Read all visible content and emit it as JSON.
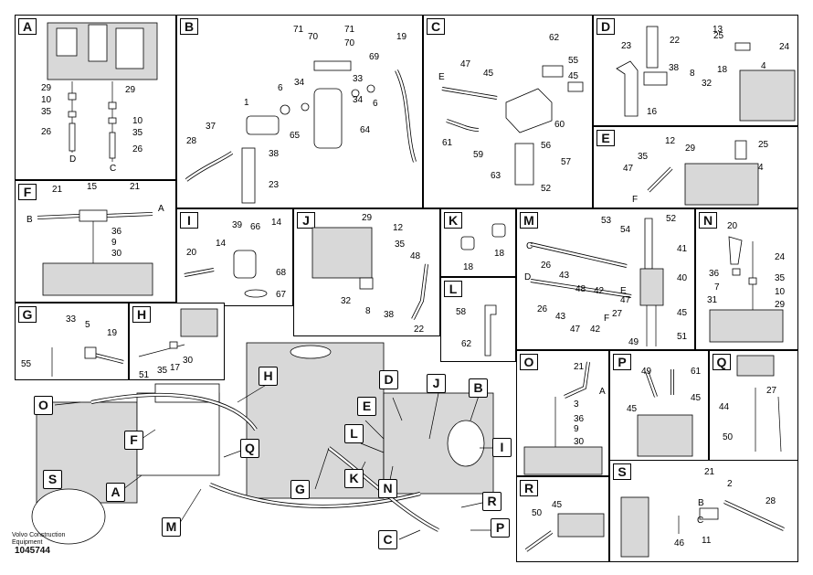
{
  "panels": {
    "A": {
      "tag": "A",
      "labels": [
        "29",
        "10",
        "35",
        "26",
        "29",
        "10",
        "35",
        "26",
        "D",
        "C"
      ]
    },
    "B": {
      "tag": "B",
      "labels": [
        "71",
        "70",
        "71",
        "70",
        "19",
        "69",
        "1",
        "6",
        "34",
        "33",
        "34",
        "6",
        "37",
        "65",
        "64",
        "28",
        "38",
        "23"
      ]
    },
    "C": {
      "tag": "C",
      "labels": [
        "62",
        "47",
        "45",
        "55",
        "E",
        "45",
        "60",
        "61",
        "56",
        "59",
        "57",
        "63",
        "52"
      ]
    },
    "D": {
      "tag": "D",
      "labels": [
        "13",
        "25",
        "22",
        "24",
        "23",
        "4",
        "38",
        "8",
        "18",
        "32",
        "16"
      ]
    },
    "E": {
      "tag": "E",
      "labels": [
        "12",
        "29",
        "25",
        "35",
        "47",
        "4",
        "F"
      ]
    },
    "F": {
      "tag": "F",
      "labels": [
        "21",
        "15",
        "21",
        "B",
        "A",
        "36",
        "9",
        "30"
      ]
    },
    "I": {
      "tag": "I",
      "labels": [
        "39",
        "66",
        "14",
        "20",
        "14",
        "68",
        "67"
      ]
    },
    "J": {
      "tag": "J",
      "labels": [
        "29",
        "12",
        "35",
        "48",
        "32",
        "8",
        "38",
        "22"
      ]
    },
    "K": {
      "tag": "K",
      "labels": [
        "18",
        "18"
      ]
    },
    "L": {
      "tag": "L",
      "labels": [
        "58",
        "62"
      ]
    },
    "M": {
      "tag": "M",
      "labels": [
        "53",
        "52",
        "54",
        "41",
        "C",
        "26",
        "43",
        "48",
        "42",
        "40",
        "D",
        "26",
        "43",
        "47",
        "42",
        "45",
        "27",
        "49",
        "51",
        "E",
        "F",
        "47"
      ]
    },
    "N": {
      "tag": "N",
      "labels": [
        "20",
        "24",
        "36",
        "35",
        "7",
        "10",
        "31",
        "29"
      ]
    },
    "G": {
      "tag": "G",
      "labels": [
        "33",
        "5",
        "19",
        "55"
      ]
    },
    "H": {
      "tag": "H",
      "labels": [
        "51",
        "35",
        "17",
        "30"
      ]
    },
    "O": {
      "tag": "O",
      "labels": [
        "21",
        "A",
        "3",
        "36",
        "9",
        "30"
      ]
    },
    "P": {
      "tag": "P",
      "labels": [
        "49",
        "61",
        "45",
        "45"
      ]
    },
    "Q": {
      "tag": "Q",
      "labels": [
        "27",
        "44",
        "50"
      ]
    },
    "R": {
      "tag": "R",
      "labels": [
        "50",
        "45"
      ]
    },
    "S": {
      "tag": "S",
      "labels": [
        "21",
        "2",
        "28",
        "B",
        "C",
        "46",
        "11"
      ]
    }
  },
  "callouts": [
    "O",
    "F",
    "S",
    "A",
    "M",
    "H",
    "Q",
    "D",
    "J",
    "B",
    "E",
    "L",
    "G",
    "K",
    "N",
    "I",
    "R",
    "C",
    "P"
  ],
  "footer": {
    "line1": "Volvo Construction",
    "line2": "Equipment",
    "doc_number": "1045744"
  }
}
